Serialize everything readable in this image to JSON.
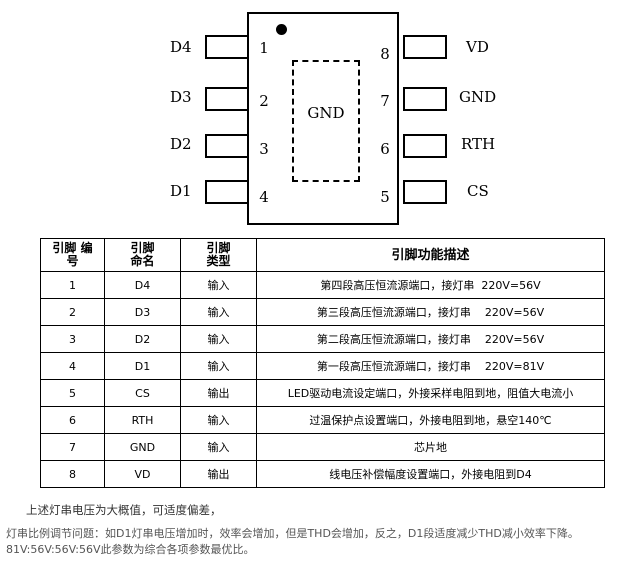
{
  "chip": {
    "pad_label": "GND",
    "left_pins": [
      {
        "num": "1",
        "signal": "D4"
      },
      {
        "num": "2",
        "signal": "D3"
      },
      {
        "num": "3",
        "signal": "D2"
      },
      {
        "num": "4",
        "signal": "D1"
      }
    ],
    "right_pins": [
      {
        "num": "8",
        "signal": "VD"
      },
      {
        "num": "7",
        "signal": "GND"
      },
      {
        "num": "6",
        "signal": "RTH"
      },
      {
        "num": "5",
        "signal": "CS"
      }
    ]
  },
  "table": {
    "headers": {
      "number_line1": "引脚 编",
      "number_line2": "号",
      "name_line1": "引脚",
      "name_line2": "命名",
      "type_line1": "引脚",
      "type_line2": "类型",
      "function": "引脚功能描述"
    },
    "rows": [
      {
        "num": "1",
        "name": "D4",
        "type": "输入",
        "desc": "第四段高压恒流源端口，接灯串  220V=56V"
      },
      {
        "num": "2",
        "name": "D3",
        "type": "输入",
        "desc": "第三段高压恒流源端口，接灯串    220V=56V"
      },
      {
        "num": "3",
        "name": "D2",
        "type": "输入",
        "desc": "第二段高压恒流源端口，接灯串    220V=56V"
      },
      {
        "num": "4",
        "name": "D1",
        "type": "输入",
        "desc": "第一段高压恒流源端口，接灯串    220V=81V"
      },
      {
        "num": "5",
        "name": "CS",
        "type": "输出",
        "desc": "LED驱动电流设定端口，外接采样电阻到地，阻值大电流小"
      },
      {
        "num": "6",
        "name": "RTH",
        "type": "输入",
        "desc": "过温保护点设置端口，外接电阻到地，悬空140℃"
      },
      {
        "num": "7",
        "name": "GND",
        "type": "输入",
        "desc": "芯片地"
      },
      {
        "num": "8",
        "name": "VD",
        "type": "输出",
        "desc": "线电压补偿幅度设置端口，外接电阻到D4"
      }
    ]
  },
  "notes": {
    "line1": "上述灯串电压为大概值，可适度偏差，",
    "line2": "灯串比例调节问题：如D1灯串电压增加时，效率会增加，但是THD会增加，反之，D1段适度减少THD减小效率下降。",
    "line3": "81V:56V:56V:56V此参数为综合各项参数最优比。"
  }
}
